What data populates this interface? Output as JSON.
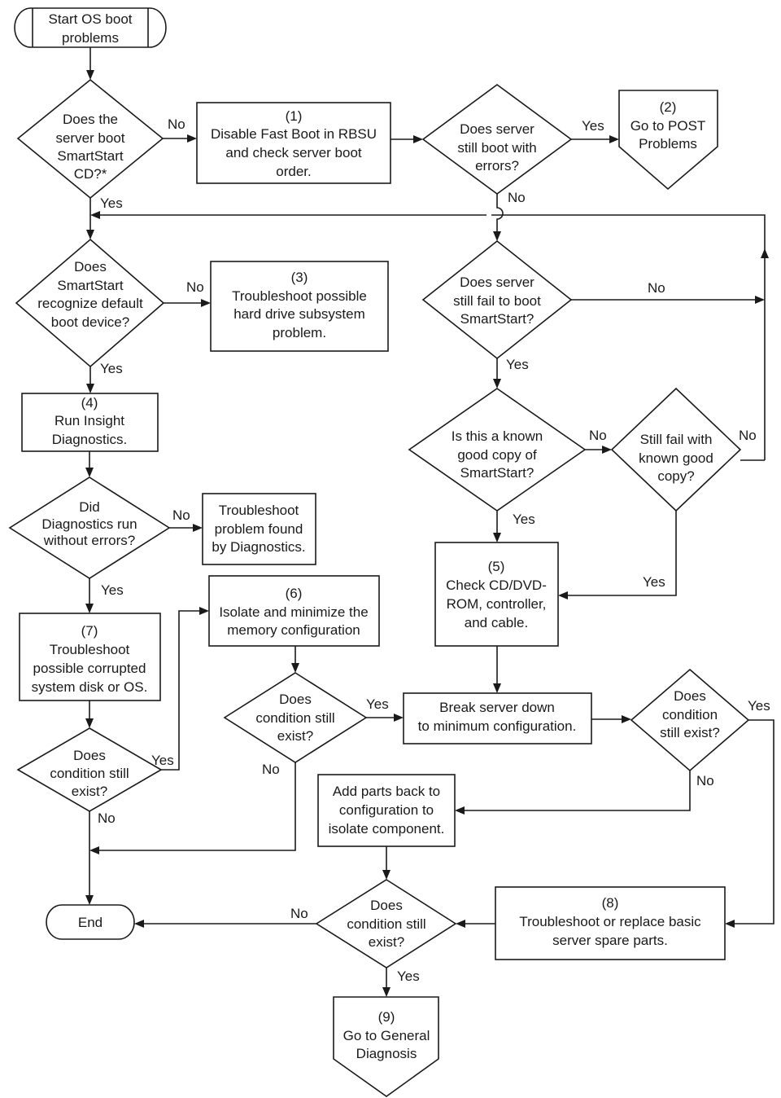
{
  "nodes": {
    "start": [
      "Start OS boot",
      "problems"
    ],
    "q_smartstart_cd": [
      "Does the",
      "server boot",
      "SmartStart",
      "CD?*"
    ],
    "step1": [
      "(1)",
      "Disable Fast Boot in RBSU",
      "and check server boot",
      "order."
    ],
    "q_boot_errors": [
      "Does server",
      "still boot with",
      "errors?"
    ],
    "step2": [
      "(2)",
      "Go to POST",
      "Problems"
    ],
    "q_recognize_device": [
      "Does",
      "SmartStart",
      "recognize default",
      "boot device?"
    ],
    "step3": [
      "(3)",
      "Troubleshoot possible",
      "hard drive subsystem",
      "problem."
    ],
    "q_fail_smartstart": [
      "Does server",
      "still fail to boot",
      "SmartStart?"
    ],
    "step4": [
      "(4)",
      "Run Insight",
      "Diagnostics."
    ],
    "q_known_good": [
      "Is this a known",
      "good copy of",
      "SmartStart?"
    ],
    "q_still_fail_known": [
      "Still fail with",
      "known good",
      "copy?"
    ],
    "q_diag_errors": [
      "Did",
      "Diagnostics run",
      "without errors?"
    ],
    "troubleshoot_diag": [
      "Troubleshoot",
      "problem found",
      "by Diagnostics."
    ],
    "step5": [
      "(5)",
      "Check CD/DVD-",
      "ROM, controller,",
      "and cable."
    ],
    "step6": [
      "(6)",
      "Isolate and minimize the",
      "memory configuration"
    ],
    "step7": [
      "(7)",
      "Troubleshoot",
      "possible corrupted",
      "system disk or OS."
    ],
    "q_cond_mem": [
      "Does",
      "condition still",
      "exist?"
    ],
    "break_down": [
      "Break server down",
      "to minimum configuration."
    ],
    "q_cond_min": [
      "Does",
      "condition",
      "still exist?"
    ],
    "q_cond_os": [
      "Does",
      "condition still",
      "exist?"
    ],
    "add_parts": [
      "Add parts back to",
      "configuration to",
      "isolate component."
    ],
    "end": [
      "End"
    ],
    "q_cond_parts": [
      "Does",
      "condition still",
      "exist?"
    ],
    "step8": [
      "(8)",
      "Troubleshoot or replace basic",
      "server spare parts."
    ],
    "step9": [
      "(9)",
      "Go to General",
      "Diagnosis"
    ]
  },
  "edge_labels": {
    "no": "No",
    "yes": "Yes"
  }
}
